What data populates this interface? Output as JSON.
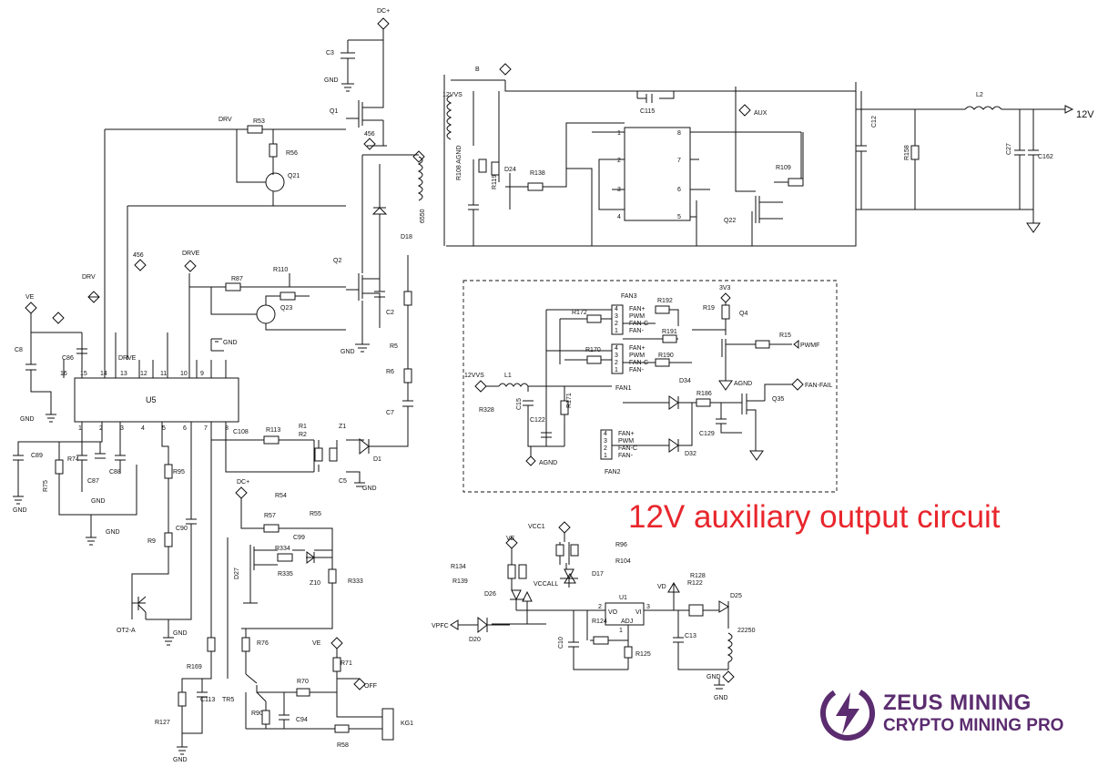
{
  "headline": "12V auxiliary output circuit",
  "brand": {
    "line1": "ZEUS MINING",
    "line2": "CRYPTO MINING PRO",
    "color": "#5b2c6f"
  },
  "headline_color": "#e8262c",
  "labels": {
    "DCp_top": "DC+",
    "C3": "C3",
    "GND1": "GND",
    "Q1": "Q1",
    "DRV1": "DRV",
    "R53": "R53",
    "R56": "R56",
    "Q21": "Q21",
    "n456a": "456",
    "D18": "D18",
    "n6550": "6550",
    "n456b": "456",
    "DRVE1": "DRVE",
    "DRV2": "DRV",
    "Q2": "Q2",
    "R87": "R87",
    "R110": "R110",
    "Q23": "Q23",
    "C2": "C2",
    "GND2": "GND",
    "VE1": "VE",
    "C8": "C8",
    "C86": "C86",
    "DRVE2": "DRVE",
    "GND3": "GND",
    "U5": "U5",
    "R5": "R5",
    "R6": "R6",
    "C7": "C7",
    "C108": "C108",
    "R113": "R113",
    "R1": "R1",
    "R2": "R2",
    "Z1": "Z1",
    "D1": "D1",
    "C5": "C5",
    "GND4": "GND",
    "C89": "C89",
    "R74": "R74",
    "C87": "C87",
    "C88": "C88",
    "GND5": "GND",
    "R75": "R75",
    "GND6": "GND",
    "GND7": "GND",
    "R95": "R95",
    "C90": "C90",
    "R9": "R9",
    "OT2A": "OT2-A",
    "GND8": "GND",
    "DCp2": "DC+",
    "R54": "R54",
    "R57": "R57",
    "R55": "R55",
    "C99": "C99",
    "D27": "D27",
    "R334": "R334",
    "R335": "R335",
    "Z10": "Z10",
    "R333": "R333",
    "R169": "R169",
    "R76": "R76",
    "VE2": "VE",
    "R71": "R71",
    "OFF": "OFF",
    "R70": "R70",
    "R127": "R127",
    "C113": "C113",
    "TR5": "TR5",
    "R90": "R90",
    "C94": "C94",
    "KG1": "KG1",
    "R58": "R58",
    "GND9": "GND",
    "B": "B",
    "n12VVS": "12VVS",
    "R108": "R108 AGND",
    "R119": "R119",
    "D24": "D24",
    "R138": "R138",
    "C115": "C115",
    "AUX": "AUX",
    "R109": "R109",
    "Q22": "Q22",
    "C12": "C12",
    "R158": "R158",
    "L2": "L2",
    "C27": "C27",
    "C162": "C162",
    "out12V": "12V",
    "FAN3": "FAN3",
    "R172": "R172",
    "R192": "R192",
    "R19": "R19",
    "n3V3": "3V3",
    "Q4": "Q4",
    "R15": "R15",
    "PWMF": "PWMF",
    "R170": "R170",
    "R191": "R191",
    "R190": "R190",
    "FAN1": "FAN1",
    "D34": "D34",
    "AGND1": "AGND",
    "FANFAIL": "FAN-FAIL",
    "Q35": "Q35",
    "n12VVS2": "12VVS",
    "L1": "L1",
    "R328": "R328",
    "C15": "C15",
    "C122": "C122",
    "R171": "R171",
    "R186": "R186",
    "C129": "C129",
    "D32": "D32",
    "AGND2": "AGND",
    "FAN2": "FAN2",
    "VCC1": "VCC1",
    "VE3": "VE",
    "R96": "R96",
    "R104": "R104",
    "R134": "R134",
    "R139": "R139",
    "D17": "D17",
    "D26": "D26",
    "VCCALL": "VCCALL",
    "VPFC": "VPFC",
    "D20": "D20",
    "U1": "U1",
    "VD": "VD",
    "R128": "R128",
    "R122": "R122",
    "D25": "D25",
    "R124": "R124",
    "R125": "R125",
    "C10": "C10",
    "C13": "C13",
    "n22250": "22250",
    "GND10": "GND",
    "GND11": "GND",
    "ADJ": "ADJ",
    "VO": "VO",
    "VI": "VI"
  },
  "u5_pins_top": [
    "16",
    "15",
    "14",
    "13",
    "12",
    "11",
    "10",
    "9"
  ],
  "u5_pins_bottom": [
    "1",
    "2",
    "3",
    "4",
    "5",
    "6",
    "7",
    "8"
  ],
  "ic_mid_pins_left": [
    "1",
    "2",
    "3",
    "4"
  ],
  "ic_mid_pins_right": [
    "8",
    "7",
    "6",
    "5"
  ],
  "fan_connector_pins": [
    "FAN+",
    "PWM",
    "FAN-C",
    "FAN-"
  ],
  "fan_connector_numbers": [
    "4",
    "3",
    "2",
    "1"
  ]
}
